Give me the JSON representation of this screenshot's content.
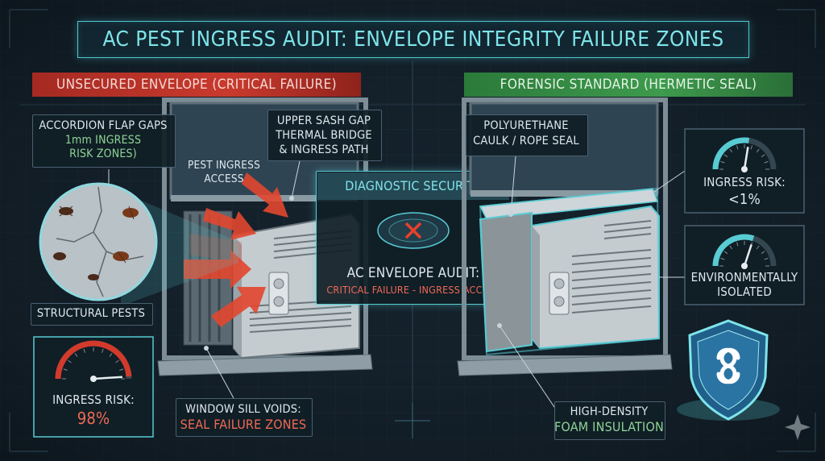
{
  "title": "AC PEST INGRESS AUDIT: ENVELOPE INTEGRITY FAILURE ZONES",
  "left_panel": {
    "banner": "UNSECURED ENVELOPE (CRITICAL FAILURE)",
    "accordion_title": "ACCORDION FLAP GAPS",
    "accordion_sub_1": "1mm INGRESS",
    "accordion_sub_2": "RISK ZONES)",
    "upper_gap_1": "UPPER SASH GAP",
    "upper_gap_2": "THERMAL BRIDGE",
    "upper_gap_3": "& INGRESS PATH",
    "pest_access_1": "PEST INGRESS",
    "pest_access_2": "ACCESS",
    "structural_pests": "STRUCTURAL PESTS",
    "risk_label": "INGRESS RISK:",
    "risk_value": "98%",
    "risk_fraction": 0.98,
    "sill_1": "WINDOW SILL VOIDS:",
    "sill_2": "SEAL FAILURE ZONES"
  },
  "center_panel": {
    "header": "DIAGNOSTIC SECURITY",
    "audit_line": "AC ENVELOPE AUDIT:",
    "status_line": "CRITICAL FAILURE - INGRESS ACCESS"
  },
  "right_panel": {
    "banner": "FORENSIC STANDARD (HERMETIC SEAL)",
    "caulk_1": "POLYURETHANE",
    "caulk_2": "CAULK / ROPE SEAL",
    "risk_label": "INGRESS RISK:",
    "risk_value": "<1%",
    "risk_fraction": 0.01,
    "isolated_1": "ENVIRONMENTALLY",
    "isolated_2": "ISOLATED",
    "foam_1": "HIGH-DENSITY",
    "foam_2": "FOAM INSULATION"
  },
  "colors": {
    "accent_cyan": "#58cbd3",
    "critical_red": "#d23a2c",
    "seal_green": "#3e9a4d",
    "background": "#14202a"
  }
}
